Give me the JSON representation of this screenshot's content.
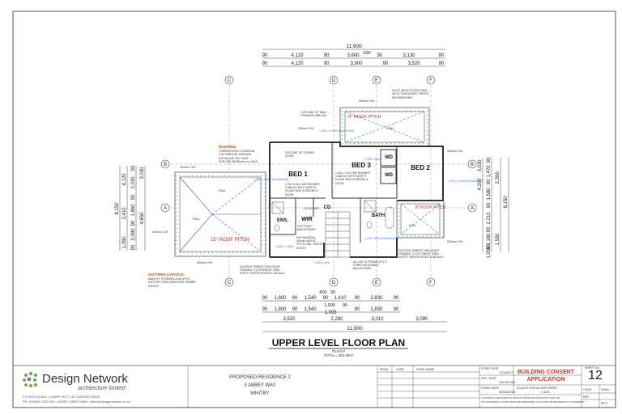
{
  "drawing": {
    "title": "UPPER LEVEL FLOOR PLAN",
    "area_upper": "75.67m²",
    "area_total": "TOTAL= 203.38m²"
  },
  "dimensions": {
    "top_overall": "11,900",
    "top_center": "600",
    "top_row1": [
      "90",
      "4,120",
      "90",
      "3,600",
      "90",
      "3,130",
      "90"
    ],
    "top_row2": [
      "90",
      "4,120",
      "90",
      "3,900",
      "90",
      "3,520",
      "90"
    ],
    "bottom_row1": [
      "90",
      "1,800",
      "90",
      "1,540",
      "90",
      "1,410",
      "90",
      "2,830",
      "90"
    ],
    "bottom_row1_above": [
      "800",
      "90"
    ],
    "bottom_row2": [
      "90",
      "1,800",
      "90",
      "1,540",
      "1,005",
      "90",
      "2,830",
      "90"
    ],
    "bottom_row2_above": [
      "1,005",
      "90"
    ],
    "bottom_row3": [
      "3,520",
      "2,280",
      "3,010",
      "3,090"
    ],
    "bottom_overall": "11,900",
    "left_overall": "8,150",
    "left_col1": [
      "1,350",
      "2,410",
      "4,120"
    ],
    "left_col2": [
      "90",
      "2,080",
      "90",
      "1,860",
      "90",
      "2,030",
      "90"
    ],
    "left_col3": [
      "4,650",
      "3,030"
    ],
    "right_overall": "8,150",
    "right_col1": [
      "4,200",
      "3,030"
    ],
    "right_col2": [
      "90",
      "1,470",
      "90",
      "1,580",
      "90",
      "2,210",
      "90",
      "1,180",
      "90",
      "1,050"
    ],
    "right_col3": [
      "2,300",
      "1,550"
    ]
  },
  "grid_labels": [
    "C",
    "D",
    "E",
    "F",
    "B",
    "A",
    "B",
    "A"
  ],
  "rooms": {
    "bed1": "BED 1",
    "bed3": "BED 3",
    "bed2": "BED 2",
    "wd1": "WD",
    "wd2": "WD",
    "wir": "WIR",
    "ens": "ENS.",
    "cd": "CD",
    "bath": "BATH"
  },
  "roof": {
    "pitch_left": "15° ROOF PITCH",
    "pitch_top": "8° ROOF PITCH",
    "pitch_right": "8° ROOF PITCH",
    "fall": [
      "FALL",
      "FALL",
      "FALL",
      "FALL",
      "FALL",
      "FALL"
    ]
  },
  "notes": {
    "roofing_title": "ROOFING:",
    "roofing_body": "CORRUGATED LONGRUN COLORSTEEL ENDURA INSTALLED ON 70x45 PURLINS @780mm crs. MAX.",
    "gutters_title": "GUTTERS & FASCIA:",
    "gutters_body": "MARLEY STORMCLOUD uPVC GUTTER OVER DRESSED TIMBER FASCIA",
    "multibrace": "MULTI-BRACE EACH WAY WITH TENSIONER, REFER ENGINEERING",
    "outline_wall": "OUTLINE OF WALL FRAMING BELOW",
    "outline_lower": "OUTLINE OF LOWER LEVEL",
    "shower1": "0.9m X0.9m CNR SHOWER CUBICLE WITH SAFETY GLASS SIDE SCREENS & DOOR",
    "shower2": "1.5m x 1.0m CNR SHOWER CUBICLE WITH SAFETY GLASS SIDE SCREENS & DOOR",
    "slider": "CS SLIDER",
    "handrail": "900 HANDRAIL 300mm ABOVE PITCH LINE. REFER NOTES",
    "top_fixed": "TOP FIXED BALUSTRADE",
    "ducting_left": "DUCTING TIMBER THRU ROOF FRAMING TO EXTERIOR THRU SOFFIT. REFER NOTES & DETAILS",
    "ducting_right": "DUCTING TIMBER THRU ROOF FRAMING TO EXTERIOR THRU SOFFIT. REFER NOTES & DETAILS",
    "allow_frame": "ALLOW TO FRAME UP TO FORM 34A DOUBLE BALUSTRADE",
    "dh_labels": [
      "300mm O/H",
      "300mm O/H",
      "300mm O/H",
      "300mm O/H",
      "300mm O/H",
      "300mm O/H",
      "300mm O/H"
    ],
    "window_labels": [
      "1,400 x 2,400 (2140x0445)",
      "1,200 x 1,800 (2140x0445)",
      "1,200 x 1,800 (2140x0445)",
      "1,200 x 1,800",
      "1,200 x 800 (2140x0445)",
      "1,800 x 600",
      "1,800 x 800"
    ]
  },
  "title_block": {
    "company": "Design Network",
    "company_sub": "architecture limited",
    "address": "P.O BOX 30-814, LOWER HUTT, 44 QUEENS DRIVE",
    "contact": "PH: (04)566-1155 FAX: (04)567-1085 E-MAIL: office@designnetwork.co.nz",
    "project_line1": "PROPOSED RESIDENCE 2",
    "project_line2": "3 ABBEY WAY",
    "project_line3": "WHITBY",
    "issue_headers": [
      "ISSUE",
      "DATE",
      "ISSUE NAME"
    ],
    "start_date_label": "START DATE",
    "start_date": "7/03/2017",
    "rec_date_label": "REC. DATE",
    "rec_date": "14/03/2018",
    "finish_date_label": "FINISH DATE",
    "finish_date": "09/04/2018",
    "scales_label": "SCALES FOR A3 SIZE PAPER",
    "scale": "1:100",
    "copyright": "COPYRIGHT RETAINED BY DESIGN NETWORK ARCHITECTURE LTD",
    "discrepancy": "ANY DISCREPANCY TO BE CONTACTED IMMEDIATELY IF IN DOUBT OR DISCREPANCY TO ENGINEERS",
    "status_line1": "BUILDING CONSENT",
    "status_line2": "APPLICATION",
    "sheet_no_label": "SHEET No.",
    "sheet_no": "12",
    "code_label": "CODE",
    "code": "DNAL",
    "ref_label": "REF",
    "ref": "8977"
  },
  "colors": {
    "wall": "#333333",
    "hatch": "#55c26a",
    "blue_dash": "#3b6fd6",
    "red_dim": "#cc2222",
    "title_red": "#c0392b",
    "logo_green": "#6aa84f"
  }
}
